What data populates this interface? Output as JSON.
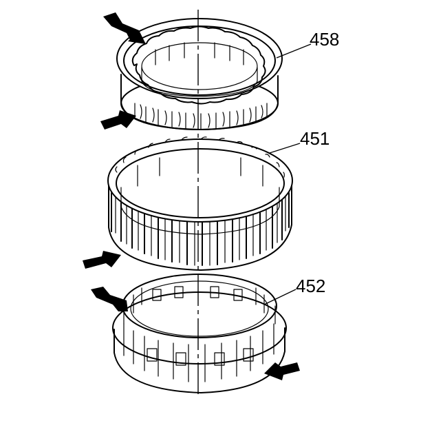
{
  "callouts": [
    {
      "id": "458",
      "label": "458"
    },
    {
      "id": "451",
      "label": "451"
    },
    {
      "id": "452",
      "label": "452"
    }
  ],
  "colors": {
    "ink": "#000000",
    "background": "#ffffff"
  }
}
